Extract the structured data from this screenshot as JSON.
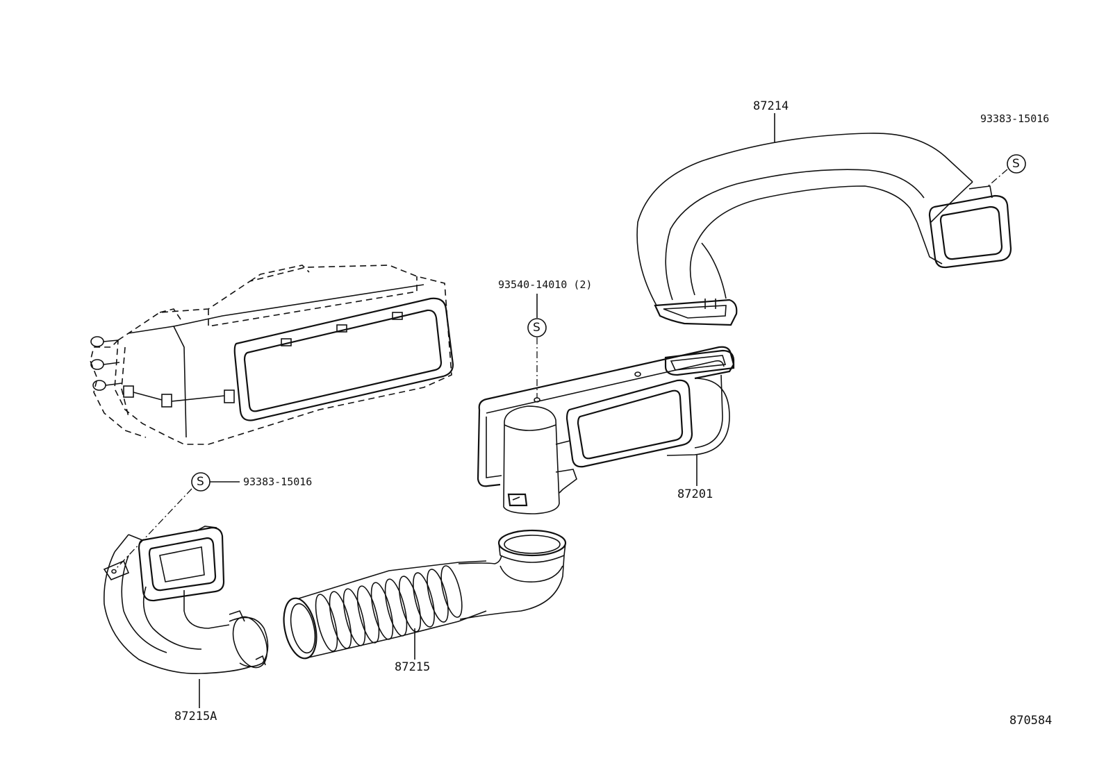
{
  "diagram": {
    "parts": {
      "p87214": "87214",
      "p93383_top": "93383-15016",
      "p93540": "93540-14010 (2)",
      "p87201": "87201",
      "p93383_left": "93383-15016",
      "p87215": "87215",
      "p87215A": "87215A"
    },
    "symbol": "S",
    "figure_code": "870584"
  }
}
